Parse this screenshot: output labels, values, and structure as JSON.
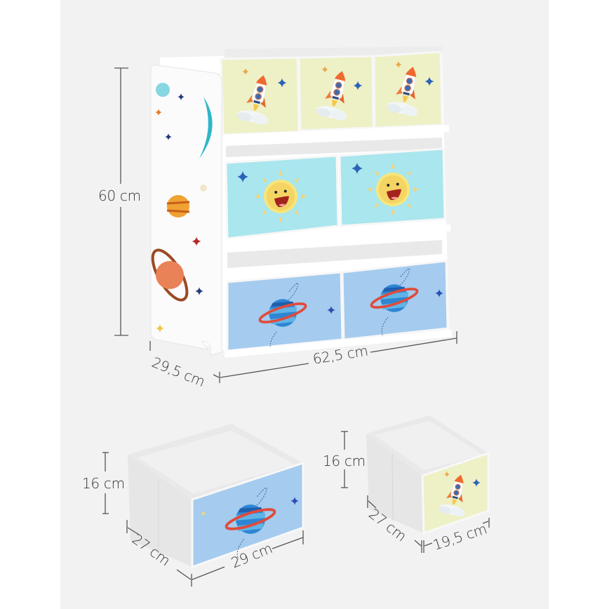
{
  "colors": {
    "background_outer": "#ffffff",
    "background_panel": "#f2f2f2",
    "dimension_line": "#555555",
    "label_text": "#333333",
    "cabinet_white": "#fbfbfb",
    "bin_rocket_yellow": "#eef0c6",
    "bin_sun_cyan": "#a9e6ee",
    "bin_planet_blue": "#a5cbef"
  },
  "main_product": {
    "name": "kids-toy-storage-organizer",
    "dimensions": {
      "height": "60 cm",
      "depth": "29,5 cm",
      "width": "62,5 cm"
    },
    "rows": [
      {
        "theme": "rocket",
        "bins": 3
      },
      {
        "theme": "sun",
        "bins": 2
      },
      {
        "theme": "planet",
        "bins": 2
      }
    ],
    "side_panel_theme": "space-planets-stars"
  },
  "large_bin": {
    "theme": "planet",
    "dimensions": {
      "height": "16 cm",
      "depth": "27 cm",
      "width": "29 cm"
    }
  },
  "small_bin": {
    "theme": "rocket",
    "dimensions": {
      "height": "16 cm",
      "depth": "27 cm",
      "width": "19,5 cm"
    }
  }
}
